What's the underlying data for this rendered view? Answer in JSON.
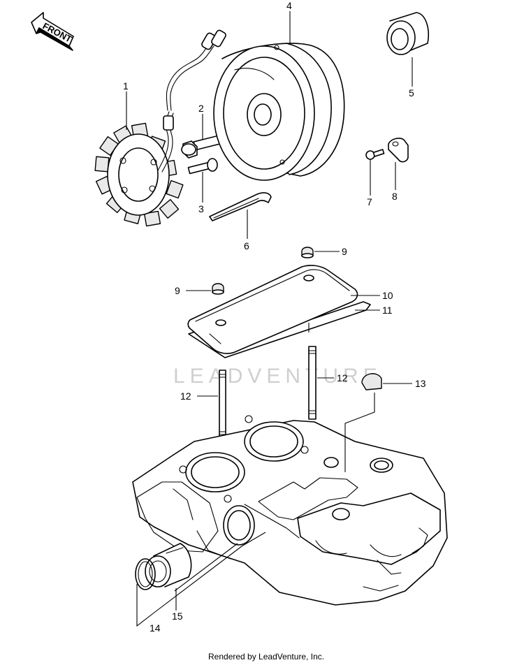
{
  "front_label": "FRONT",
  "watermark": "LEADVENTURE",
  "footer": "Rendered by LeadVenture, Inc.",
  "callouts": {
    "p1": "1",
    "p2": "2",
    "p3": "3",
    "p4": "4",
    "p5": "5",
    "p6": "6",
    "p7": "7",
    "p8": "8",
    "p9a": "9",
    "p9b": "9",
    "p10": "10",
    "p11": "11",
    "p12a": "12",
    "p12b": "12",
    "p13": "13",
    "p14": "14",
    "p15": "15"
  }
}
